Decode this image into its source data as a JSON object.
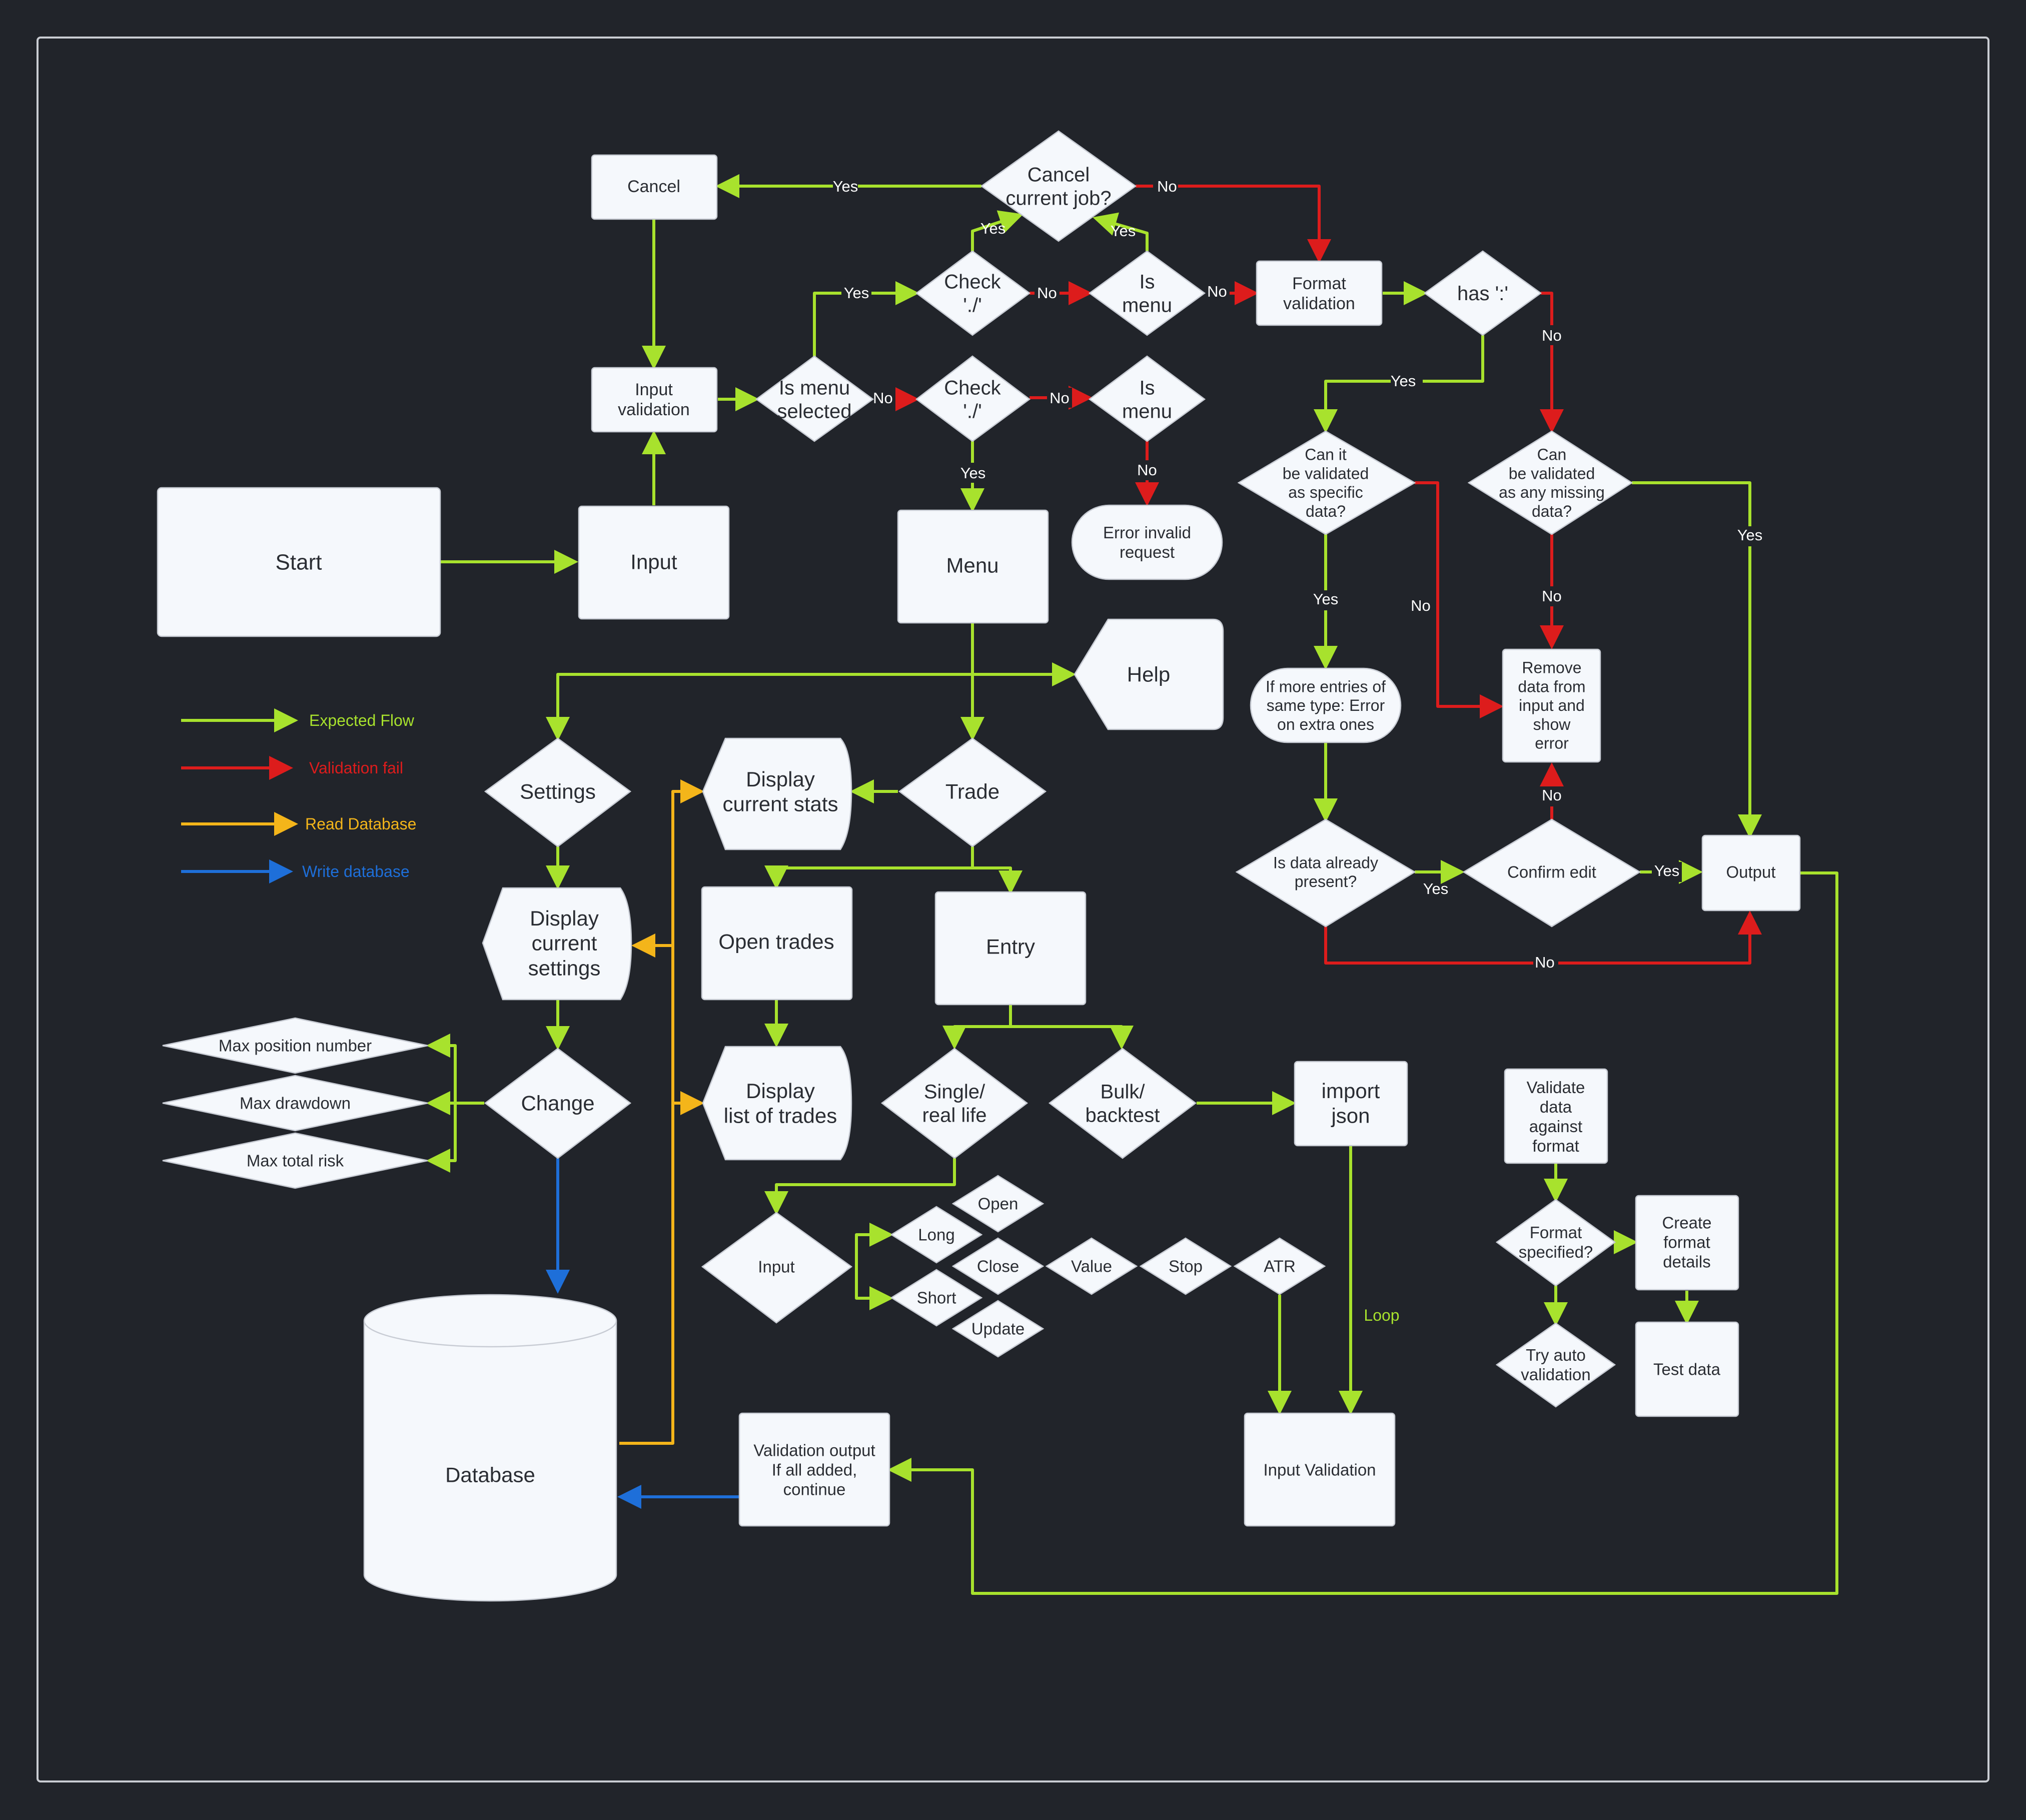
{
  "colors": {
    "background": "#21242a",
    "frame": "#c9ccd2",
    "node_fill": "#f5f8fc",
    "expected_flow": "#a8e22d",
    "validation_fail": "#dd1c1c",
    "read_database": "#f4b51a",
    "write_database": "#1e6fd9"
  },
  "legend": {
    "expected": "Expected Flow",
    "fail": "Validation fail",
    "read": "Read Database",
    "write": "Write database"
  },
  "nodes": {
    "start": "Start",
    "input_main": "Input",
    "input_validation": "Input\nvalidation",
    "cancel": "Cancel",
    "cancel_job": "Cancel\ncurrent job?",
    "is_menu_selected": "Is menu\nselected",
    "check_top": "Check\n'./'",
    "is_menu_top": "Is\nmenu",
    "check_bottom": "Check\n'./'",
    "is_menu_bottom": "Is\nmenu",
    "format_validation": "Format\nvalidation",
    "has_colon": "has ':'",
    "error_invalid": "Error invalid\nrequest",
    "menu": "Menu",
    "help": "Help",
    "can_specific": "Can it\nbe validated\nas specific\ndata?",
    "can_missing": "Can\nbe validated\nas any missing\ndata?",
    "more_entries": "If more entries of\nsame type: Error\non extra ones",
    "remove_data": "Remove\ndata from\ninput and\nshow\nerror",
    "already_present": "Is data already\npresent?",
    "confirm_edit": "Confirm edit",
    "output": "Output",
    "settings": "Settings",
    "trade": "Trade",
    "display_stats": "Display\ncurrent stats",
    "display_settings": "Display\ncurrent\nsettings",
    "open_trades": "Open trades",
    "entry": "Entry",
    "max_position": "Max position number",
    "max_drawdown": "Max drawdown",
    "max_risk": "Max total risk",
    "change": "Change",
    "display_trades": "Display\nlist of trades",
    "single": "Single/\nreal life",
    "bulk": "Bulk/\nbacktest",
    "import_json": "import\njson",
    "input_entry": "Input",
    "long": "Long",
    "short": "Short",
    "open": "Open",
    "close": "Close",
    "update": "Update",
    "value": "Value",
    "stop": "Stop",
    "atr": "ATR",
    "input_validation_2": "Input Validation",
    "database": "Database",
    "validation_output": "Validation output\nIf all added,\ncontinue",
    "validate_format": "Validate\ndata\nagainst\nformat",
    "format_specified": "Format\nspecified?",
    "create_format": "Create\nformat\ndetails",
    "try_auto": "Try auto\nvalidation",
    "test_data": "Test data"
  },
  "edge_labels": {
    "yes": "Yes",
    "no": "No",
    "loop": "Loop"
  }
}
